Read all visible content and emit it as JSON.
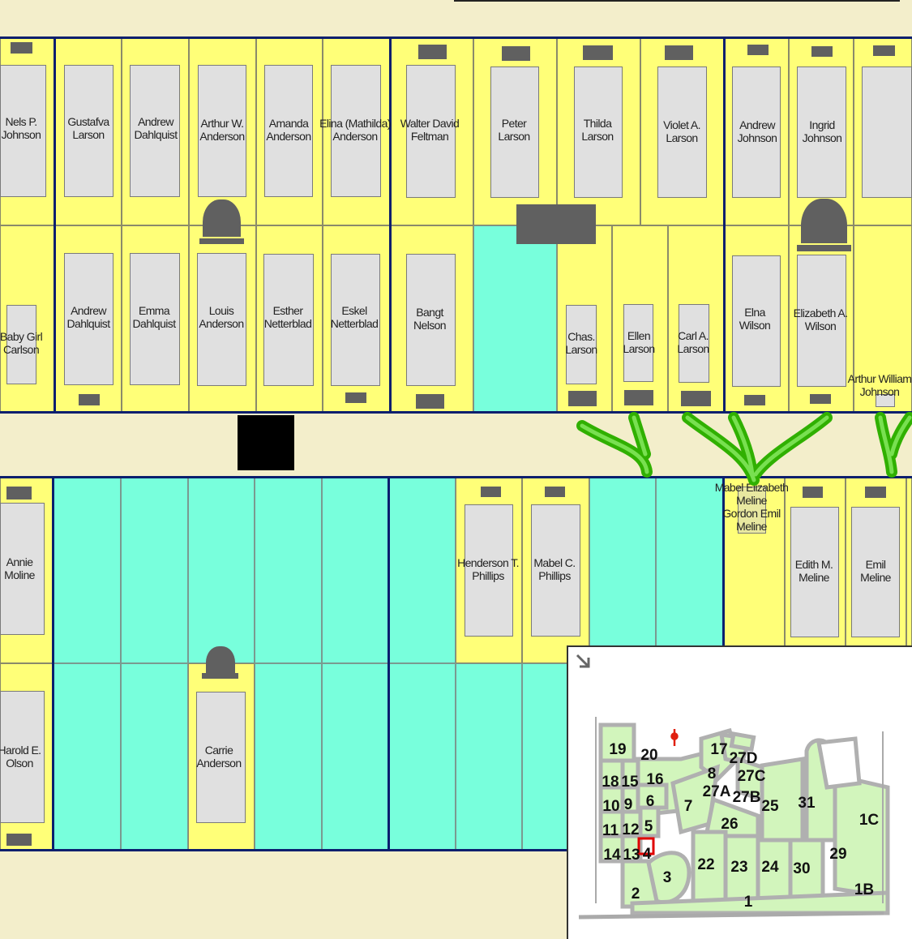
{
  "map": {
    "top_row_graves": [
      "Nels P.\nJohnson",
      "Gustafva\nLarson",
      "Andrew\nDahlquist",
      "Arthur W.\nAnderson",
      "Amanda\nAnderson",
      "Elina (Mathilda)\nAnderson",
      "Walter David\nFeltman",
      "Peter\nLarson",
      "Thilda\nLarson",
      "Violet A.\nLarson",
      "Andrew\nJohnson",
      "Ingrid\nJohnson"
    ],
    "second_row_graves": [
      "Baby Girl\nCarlson",
      "Andrew\nDahlquist",
      "Emma\nDahlquist",
      "Louis\nAnderson",
      "Esther\nNetterblad",
      "Eskel\nNetterblad",
      "Bangt\nNelson",
      "Chas.\nLarson",
      "Ellen\nLarson",
      "Carl A.\nLarson",
      "Elna\nWilson",
      "Elizabeth A.\nWilson",
      "Arthur William\nJohnson"
    ],
    "lower_block_graves": [
      "Annie\nMoline",
      "Henderson T.\nPhillips",
      "Mabel C.\nPhillips",
      "Mabel Elizabeth\nMeline\nGordon Emil\nMeline",
      "Edith M.\nMeline",
      "Emil\nMeline",
      "Harold E.\nOlson",
      "Carrie\nAnderson"
    ],
    "colors": {
      "occupied": "#ffff78",
      "available": "#78ffdc",
      "road": "#f3eecb",
      "border": "#0b1f6e",
      "tree": "#40c000"
    }
  },
  "inset": {
    "arrow_icon": "arrow-down-right",
    "selected_section": "4",
    "sections": [
      "19",
      "20",
      "17",
      "27D",
      "8",
      "27C",
      "18",
      "15",
      "16",
      "27A",
      "27B",
      "25",
      "31",
      "10",
      "9",
      "6",
      "7",
      "1C",
      "26",
      "11",
      "12",
      "5",
      "29",
      "14",
      "13",
      "4",
      "22",
      "23",
      "24",
      "30",
      "3",
      "2",
      "1B",
      "1"
    ]
  }
}
